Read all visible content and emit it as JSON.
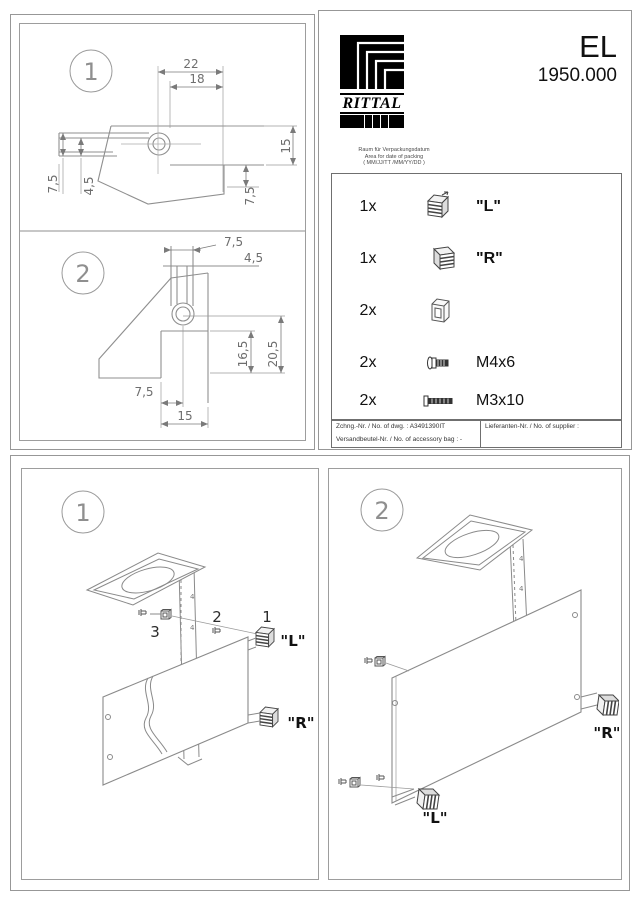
{
  "sheet": {
    "figures": {
      "fig1_label": "1",
      "fig2_label": "2",
      "asm1_label": "1",
      "asm2_label": "2"
    },
    "drawing1": {
      "dim_22": "22",
      "dim_18": "18",
      "dim_15": "15",
      "dim_7_5_left": "7,5",
      "dim_4_5_left": "4,5",
      "dim_7_5_right": "7,5"
    },
    "drawing2": {
      "dim_7_5_top": "7,5",
      "dim_4_5_top": "4,5",
      "dim_16_5": "16,5",
      "dim_20_5": "20,5",
      "dim_7_5_bottom": "7,5",
      "dim_15_bottom": "15"
    },
    "header": {
      "brand": "RITTAL",
      "model": "EL",
      "order_no": "1950.000",
      "packing_line1": "Raum für Verpackungsdatum",
      "packing_line2": "Area for date of packing",
      "packing_line3": "( MM/JJ/TT /MM/YY/DD )"
    },
    "parts_list": {
      "rows": [
        {
          "qty": "1x",
          "label": "\"L\""
        },
        {
          "qty": "1x",
          "label": "\"R\""
        },
        {
          "qty": "2x",
          "label": ""
        },
        {
          "qty": "2x",
          "label": "M4x6"
        },
        {
          "qty": "2x",
          "label": "M3x10"
        }
      ]
    },
    "title_block": {
      "drawing_no": "Zchng.-Nr. / No. of dwg. : A3491390IT",
      "accessory_bag": "Versandbeutel-Nr. / No. of accessory bag : -",
      "supplier": "Lieferanten-Nr. / No. of supplier :"
    },
    "assembly1": {
      "callout_1": "1",
      "callout_2": "2",
      "callout_3": "3",
      "left_part": "\"L\"",
      "right_part": "\"R\"",
      "rail_mark_a": "4",
      "rail_mark_b": "4"
    },
    "assembly2": {
      "left_part": "\"L\"",
      "right_part": "\"R\"",
      "rail_mark_a": "4",
      "rail_mark_b": "4"
    }
  }
}
